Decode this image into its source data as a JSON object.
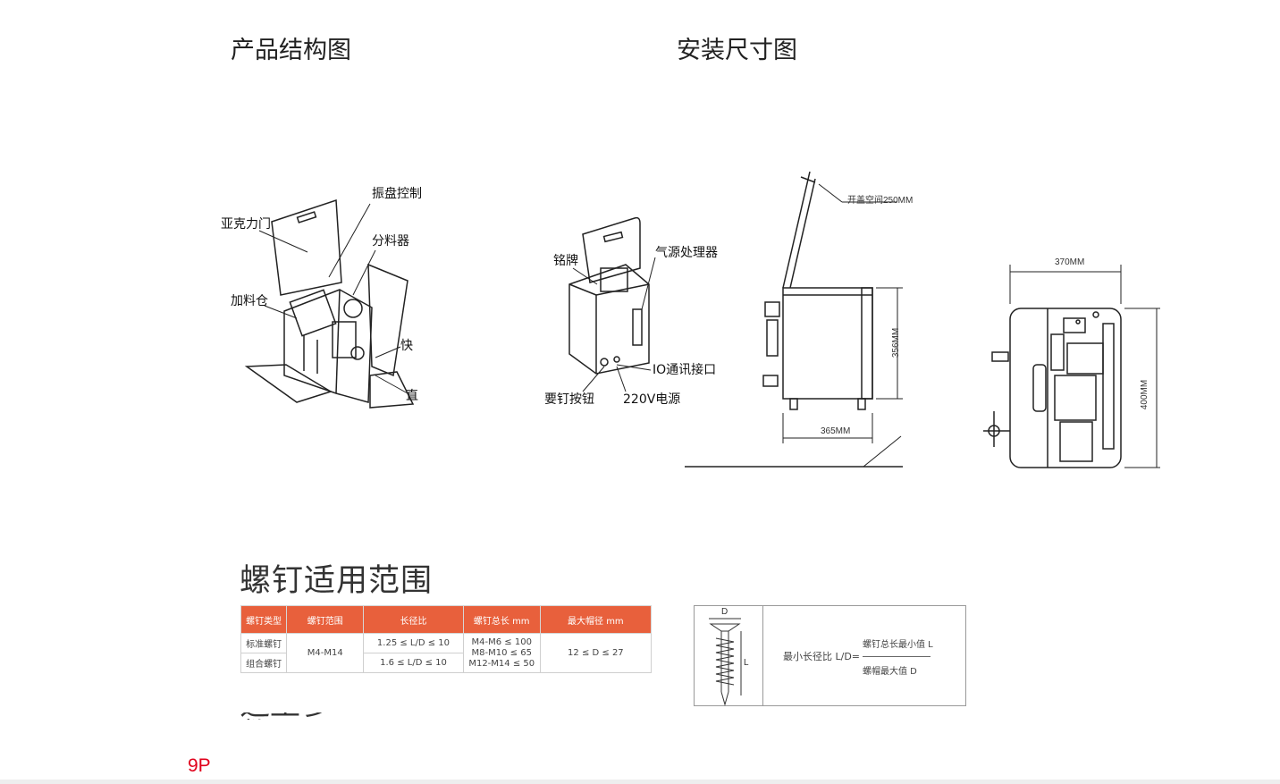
{
  "titles": {
    "structure": "产品结构图",
    "install": "安装尺寸图",
    "screw_range": "螺钉适用范围",
    "cut_next": "选型参数"
  },
  "structure_labels": {
    "vibration_control": "振盘控制",
    "acrylic_door": "亚克力门",
    "distributor": "分料器",
    "hopper": "加料仓",
    "quick": "快",
    "straight": "直"
  },
  "install_labels": {
    "nameplate": "铭牌",
    "air_source": "气源处理器",
    "io_port": "IO通讯接口",
    "request_button": "要钉按钮",
    "power": "220V电源",
    "lid_space": "开盖空间250MM",
    "height": "356MM",
    "depth": "365MM",
    "width": "370MM",
    "length": "400MM"
  },
  "spec_table": {
    "headers": [
      "螺钉类型",
      "螺钉范围",
      "长径比",
      "螺钉总长 mm",
      "最大帽径 mm"
    ],
    "row1_type": "标准螺钉",
    "row2_type": "组合螺钉",
    "range": "M4-M14",
    "ratio1": "1.25 ≤ L/D ≤ 10",
    "ratio2": "1.6 ≤ L/D ≤ 10",
    "len1": "M4-M6 ≤ 100",
    "len2": "M8-M10 ≤ 65",
    "len3": "M12-M14 ≤ 50",
    "head": "12 ≤ D ≤ 27"
  },
  "ld_formula": {
    "d_label": "D",
    "l_label": "L",
    "left": "最小长径比 L/D=",
    "numerator": "螺钉总长最小值 L",
    "denominator": "螺帽最大值 D"
  },
  "page_number": "9P",
  "colors": {
    "table_header": "#e8603c",
    "page_number": "#e0001b"
  }
}
